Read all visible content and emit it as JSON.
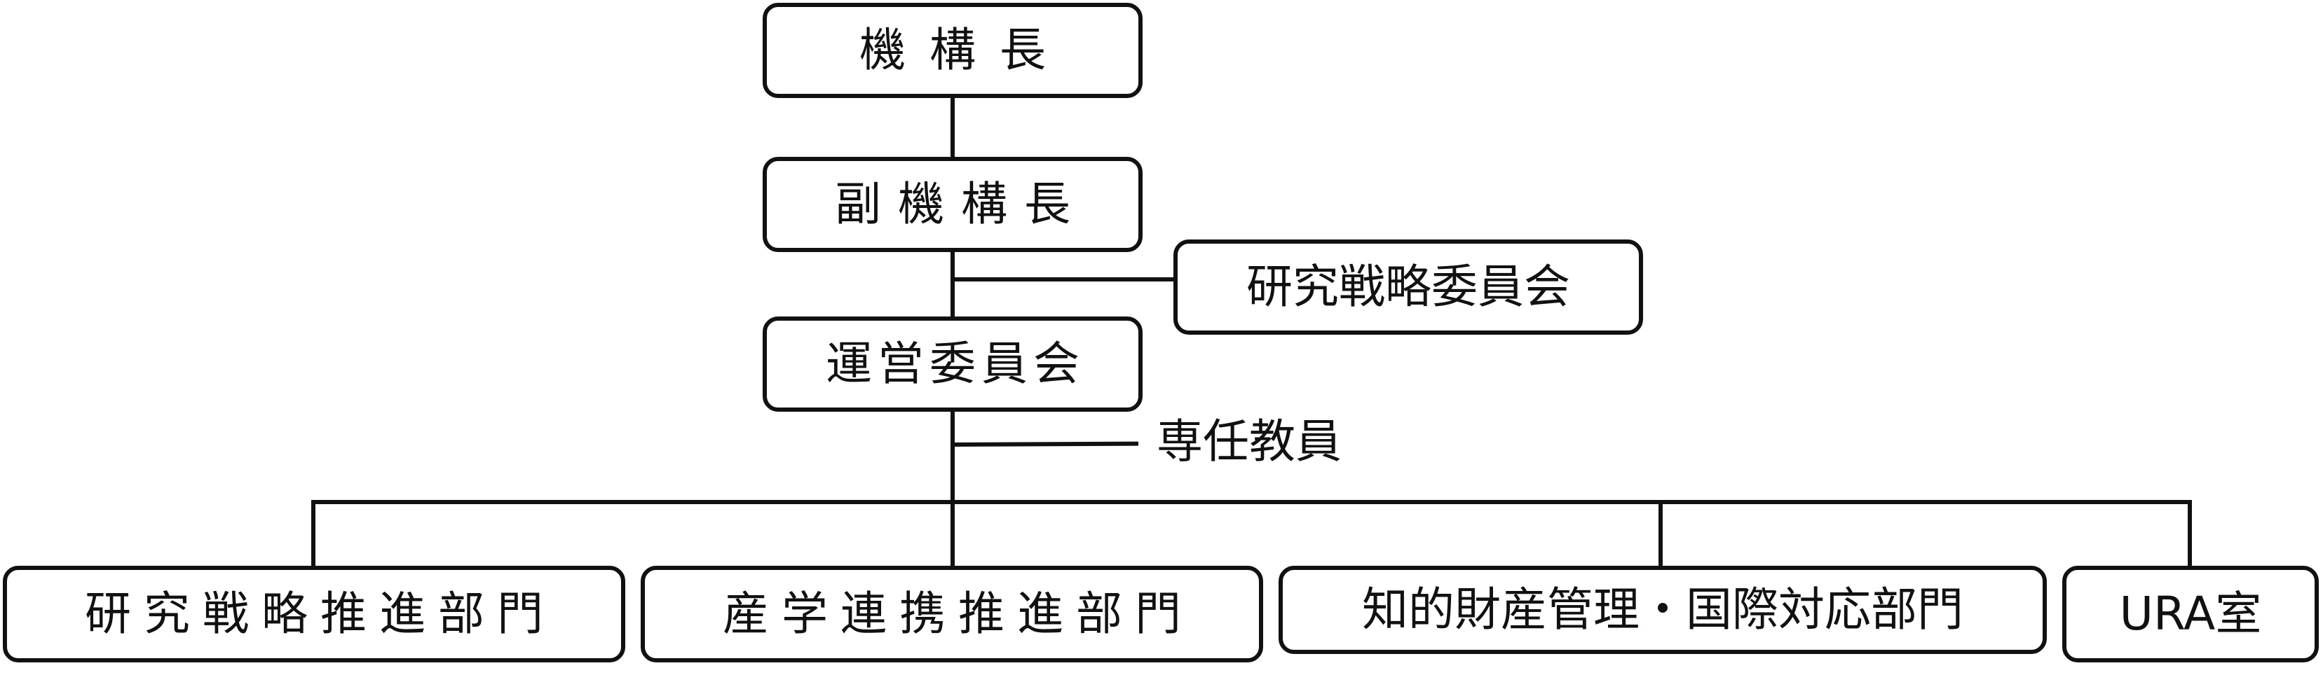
{
  "org_chart": {
    "director": "機構長",
    "vice_director": "副機構長",
    "strategy_committee": "研究戦略委員会",
    "operations_committee": "運営委員会",
    "faculty": "専任教員",
    "departments": [
      "研究戦略推進部門",
      "産学連携推進部門",
      "知的財産管理・国際対応部門",
      "URA室"
    ]
  }
}
